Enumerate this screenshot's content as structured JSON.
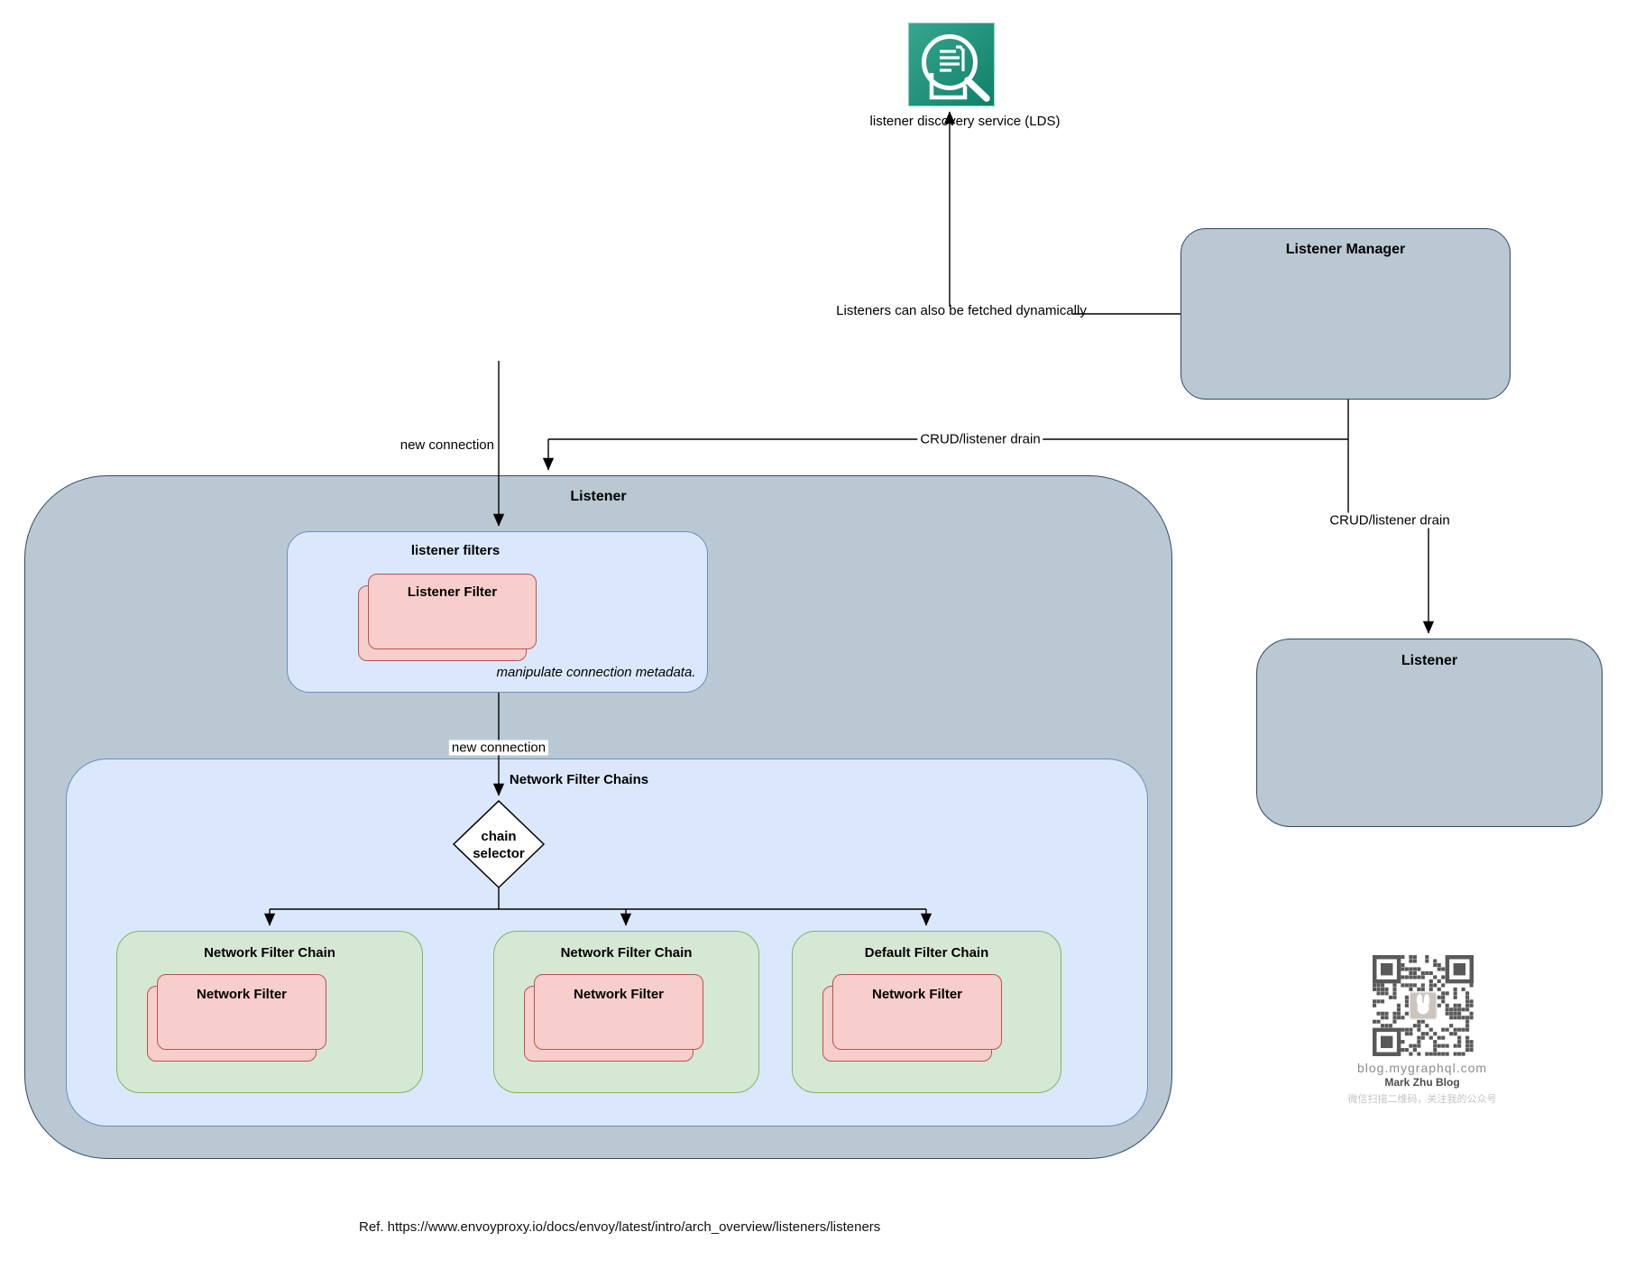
{
  "colors": {
    "node_gray_fill": "#bac8d3",
    "node_gray_stroke": "#2d4a63",
    "blue_fill": "#dbe8fc",
    "blue_stroke": "#6c8ebf",
    "green_fill": "#d5e8d4",
    "green_stroke": "#82b366",
    "pink_fill": "#f8cecc",
    "pink_stroke": "#b85450",
    "lds_teal_light": "#38a68e",
    "lds_teal_dark": "#0f8069",
    "edge_color": "#000000"
  },
  "lds": {
    "label": "listener discovery service (LDS)"
  },
  "listener_manager": {
    "title": "Listener Manager"
  },
  "edge_labels": {
    "fetched_dynamically": "Listeners can also be fetched dynamically",
    "crud_listener_drain_main": "CRUD/listener drain",
    "crud_listener_drain_side": "CRUD/listener drain",
    "new_connection_top": "new connection",
    "new_connection_inner": "new connection"
  },
  "listener_box": {
    "title": "Listener",
    "listener_filters": {
      "title": "listener filters",
      "filter_label": "Listener Filter",
      "note": "manipulate connection metadata."
    },
    "network_filter_chains": {
      "title": "Network Filter Chains",
      "selector_label": "chain selector",
      "chains": [
        {
          "title": "Network Filter Chain",
          "filter_label": "Network Filter"
        },
        {
          "title": "Network Filter Chain",
          "filter_label": "Network Filter"
        },
        {
          "title": "Default Filter Chain",
          "filter_label": "Network Filter"
        }
      ]
    }
  },
  "listener_side": {
    "title": "Listener"
  },
  "qr_panel": {
    "site": "blog.mygraphql.com",
    "author": "Mark Zhu Blog",
    "caption": "微信扫描二维码，关注我的公众号"
  },
  "footer": {
    "reference": "Ref. https://www.envoyproxy.io/docs/envoy/latest/intro/arch_overview/listeners/listeners"
  }
}
